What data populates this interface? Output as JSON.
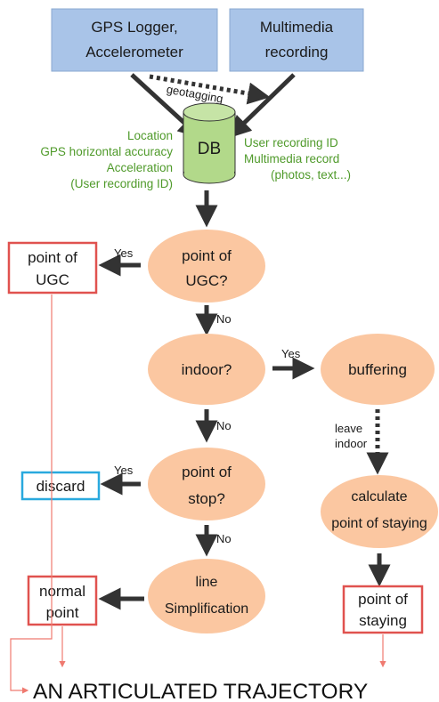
{
  "colors": {
    "input_box": "#a9c4e8",
    "ellipse": "#fbc7a1",
    "db": "#b2d98a",
    "green_text": "#4f9a2a",
    "red_border": "#e0524f",
    "blue_border": "#29a9de",
    "arrow": "#333333",
    "red_line": "#ef7a70"
  },
  "inputs": {
    "gps": [
      "GPS Logger,",
      "Accelerometer"
    ],
    "multimedia": [
      "Multimedia",
      "recording"
    ],
    "geotagging": "geotagging"
  },
  "db": {
    "label": "DB",
    "left_fields": [
      "Location",
      "GPS horizontal accuracy",
      "Acceleration",
      "(User recording ID)"
    ],
    "right_fields": [
      "User recording ID",
      "Multimedia record",
      "(photos, text...)"
    ]
  },
  "decisions": {
    "ugc": [
      "point of",
      "UGC?"
    ],
    "indoor": "indoor?",
    "stop": [
      "point of",
      "stop?"
    ],
    "line": [
      "line",
      "Simplification"
    ],
    "buffering": "buffering",
    "calculate": [
      "calculate",
      "point of staying"
    ]
  },
  "labels": {
    "yes": "Yes",
    "no": "No",
    "leave_indoor": [
      "leave",
      "indoor"
    ]
  },
  "outputs": {
    "ugc": [
      "point of",
      "UGC"
    ],
    "discard": "discard",
    "normal": [
      "normal",
      "point"
    ],
    "staying": [
      "point of",
      "staying"
    ]
  },
  "result": "AN ARTICULATED TRAJECTORY"
}
